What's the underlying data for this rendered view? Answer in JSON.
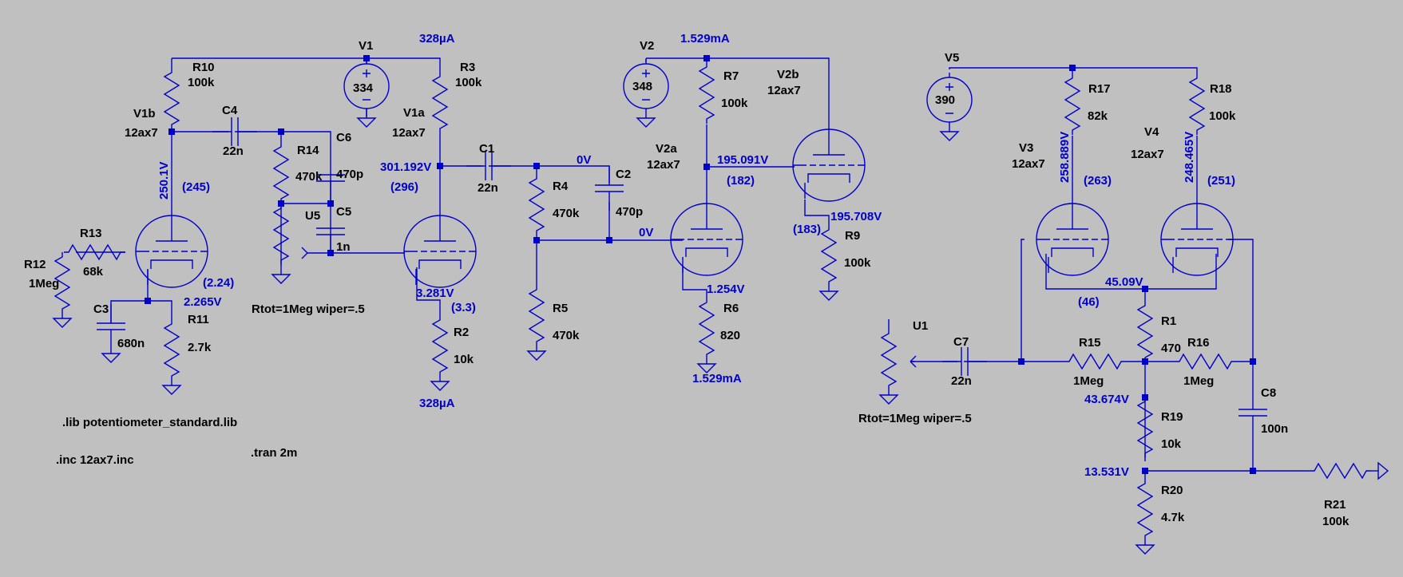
{
  "colors": {
    "background": "#c0c0c0",
    "wire": "#0000cc",
    "label": "#000000",
    "annotation": "#0000cc"
  },
  "components": {
    "R10": {
      "name": "R10",
      "value": "100k"
    },
    "R3": {
      "name": "R3",
      "value": "100k"
    },
    "R14": {
      "name": "R14",
      "value": "470k"
    },
    "R13": {
      "name": "R13",
      "value": "68k"
    },
    "R12": {
      "name": "R12",
      "value": "1Meg"
    },
    "R11": {
      "name": "R11",
      "value": "2.7k"
    },
    "R2": {
      "name": "R2",
      "value": "10k"
    },
    "R4": {
      "name": "R4",
      "value": "470k"
    },
    "R5": {
      "name": "R5",
      "value": "470k"
    },
    "R7": {
      "name": "R7",
      "value": "100k"
    },
    "R6": {
      "name": "R6",
      "value": "820"
    },
    "R9": {
      "name": "R9",
      "value": "100k"
    },
    "R17": {
      "name": "R17",
      "value": "82k"
    },
    "R18": {
      "name": "R18",
      "value": "100k"
    },
    "R1": {
      "name": "R1",
      "value": "470"
    },
    "R15": {
      "name": "R15",
      "value": "1Meg"
    },
    "R16": {
      "name": "R16",
      "value": "1Meg"
    },
    "R19": {
      "name": "R19",
      "value": "10k"
    },
    "R20": {
      "name": "R20",
      "value": "4.7k"
    },
    "R21": {
      "name": "R21",
      "value": "100k"
    },
    "C4": {
      "name": "C4",
      "value": "22n"
    },
    "C6": {
      "name": "C6",
      "value": "470p"
    },
    "C5": {
      "name": "C5",
      "value": "1n"
    },
    "C3": {
      "name": "C3",
      "value": "680n"
    },
    "C1": {
      "name": "C1",
      "value": "22n"
    },
    "C2": {
      "name": "C2",
      "value": "470p"
    },
    "C7": {
      "name": "C7",
      "value": "22n"
    },
    "C8": {
      "name": "C8",
      "value": "100n"
    },
    "V1": {
      "name": "V1",
      "value": "334"
    },
    "V2": {
      "name": "V2",
      "value": "348"
    },
    "V5": {
      "name": "V5",
      "value": "390"
    },
    "V1b": {
      "name": "V1b",
      "value": "12ax7"
    },
    "V1a": {
      "name": "V1a",
      "value": "12ax7"
    },
    "V2a": {
      "name": "V2a",
      "value": "12ax7"
    },
    "V2b": {
      "name": "V2b",
      "value": "12ax7"
    },
    "V3": {
      "name": "V3",
      "value": "12ax7"
    },
    "V4": {
      "name": "V4",
      "value": "12ax7"
    },
    "U5": {
      "name": "U5"
    },
    "U1": {
      "name": "U1"
    }
  },
  "annotations": {
    "i_v1_top": "328µA",
    "i_v1_bot": "328µA",
    "i_v2_top": "1.529mA",
    "i_v2_bot": "1.529mA",
    "v1b_plate_v": "250.1V",
    "v1b_plate_p": "(245)",
    "v1b_cath_v": "2.265V",
    "v1b_cath_p": "(2.24)",
    "v1a_plate_v": "301.192V",
    "v1a_plate_p": "(296)",
    "v1a_cath_v": "3.281V",
    "v1a_cath_p": "(3.3)",
    "c1_node": "0V",
    "grid_v2a": "0V",
    "v2a_plate_v": "195.091V",
    "v2a_plate_p": "(182)",
    "v2a_cath_v": "1.254V",
    "v2b_cath_v": "195.708V",
    "v2b_cath_p": "(183)",
    "v3_plate_v": "258.889V",
    "v3_plate_p": "(263)",
    "v4_plate_v": "248.465V",
    "v4_plate_p": "(251)",
    "lt_cath_v": "45.09V",
    "lt_cath_p": "(46)",
    "n_43": "43.674V",
    "n_13": "13.531V"
  },
  "directives": {
    "pot1": "Rtot=1Meg wiper=.5",
    "pot2": "Rtot=1Meg wiper=.5",
    "lib": ".lib potentiometer_standard.lib",
    "inc": ".inc 12ax7.inc",
    "tran": ".tran 2m"
  }
}
